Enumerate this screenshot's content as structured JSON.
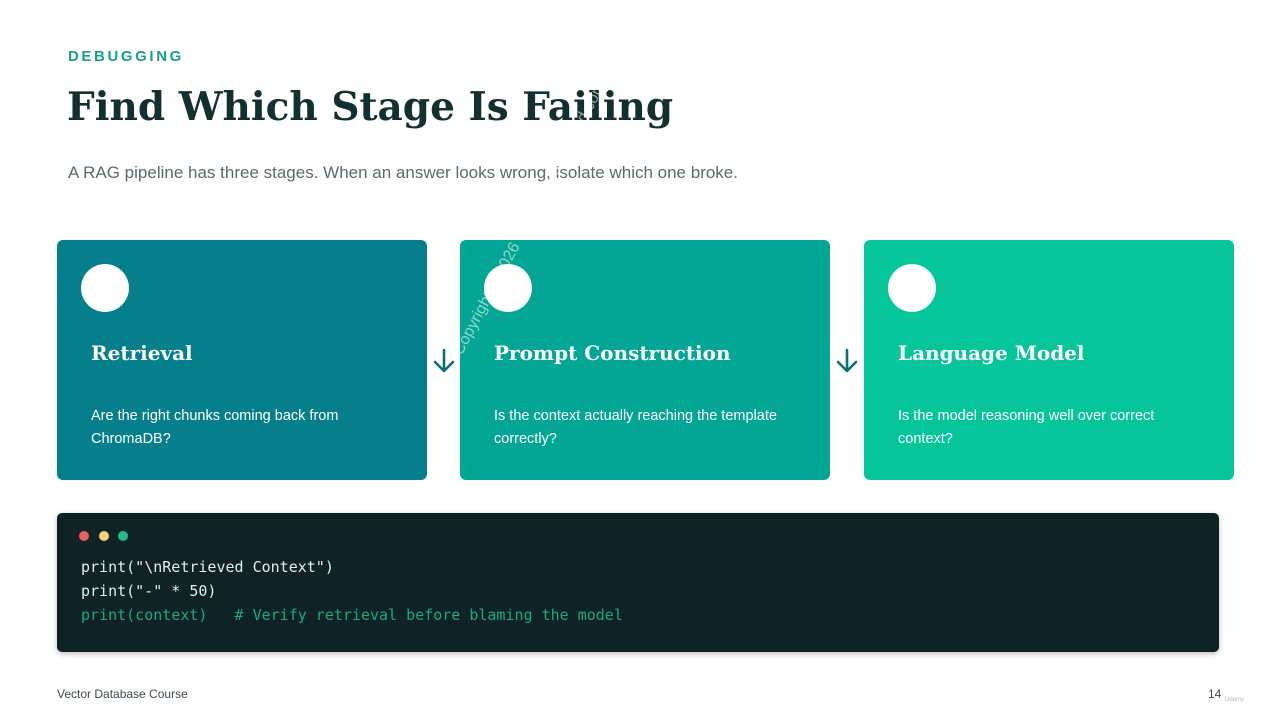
{
  "slide": {
    "eyebrow": "DEBUGGING",
    "title": "Find Which Stage Is Failing",
    "subtitle": "A RAG pipeline has three stages. When an answer looks wrong, isolate which one broke."
  },
  "stages": [
    {
      "name": "Retrieval",
      "description": "Are the right chunks coming back from ChromaDB?",
      "color": "#067f8c"
    },
    {
      "name": "Prompt Construction",
      "description": "Is the context actually reaching the template correctly?",
      "color": "#03a594"
    },
    {
      "name": "Language Model",
      "description": "Is the model reasoning well over correct context?",
      "color": "#06c59b"
    }
  ],
  "arrow_icon": "arrow-down-icon",
  "code": {
    "lines": [
      "print(\"\\nRetrieved Context\")",
      "print(\"-\" * 50)",
      "print(context)   # Verify retrieval before blaming the model"
    ],
    "background": "#0f2225",
    "comment_color": "#1aa88a"
  },
  "footer": {
    "course": "Vector Database Course",
    "page_number": "14",
    "brand": "Udemy"
  },
  "watermark": "Copyright © 2026 - www.p30download.com",
  "accent_color": "#17a089"
}
